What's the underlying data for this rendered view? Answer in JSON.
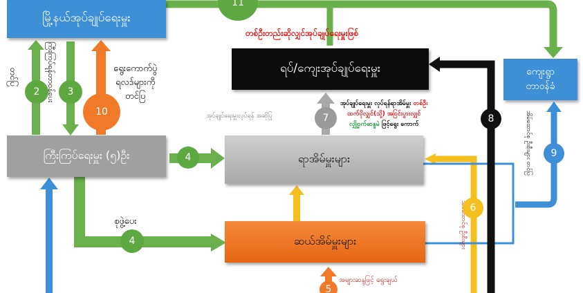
{
  "boxes": {
    "township": "မြို့နယ်အုပ်ချုပ်ရေးမှူး",
    "ward_village": "ရပ်/ကျေးအုပ်ချုပ်ရေးမှူး",
    "village_in_charge_1": "ကျေးရွာ",
    "village_in_charge_2": "တာဝန်ခံ",
    "supervisors": "ကြီးကြပ်ရေးမှူး (၅)ဦး",
    "hundred_house": "ရာအိမ်မှူးများ",
    "ten_house": "ဆယ်အိမ်မှူးများ"
  },
  "labels": {
    "single_head": "တစ်ဦးတည်းဆိုလျှင်အုပ်ချုပ်ရေးမှူးဖြစ်",
    "report": "တင်ပြ",
    "assign_supervise": "ကြီးကြပ်ရန်တာဝန်ပေး",
    "election_1": "ရွေးကောက်ပွဲ",
    "election_2": "ရလဒ်များကို",
    "election_3": "တင်ပြ",
    "propose": "အုပ်ချုပ်ရေးမှူးလုပ်ရန် အဆိုပြု",
    "note_1a": "အုပ်ချုပ်ရေးမှူး လုပ်ရန်ရာအိမ်မှူး ",
    "note_1b": "တစ်ဦး",
    "note_2": "ထက်ပိုလျှင်(သို့) အငြင်းပွားလျှင်",
    "note_3a": "လျှို့ဝှက်ဆန္ဒမဲ ",
    "note_3b": "ဖြင့်ရွေး ကောက်",
    "organize": "စုဖွဲ့ပေး",
    "majority": "အများဆန္ဒဖြင့် ရွေးချယ်",
    "v6": "အိမ်ထောင်စု ဦးစီးများ",
    "v9": "အိမ်ထောင်စု ဦးစီးများ တင်ပြ"
  },
  "steps": [
    "2",
    "3",
    "10",
    "4",
    "4",
    "5",
    "6",
    "7",
    "8",
    "9",
    "11"
  ],
  "colors": {
    "blue": "#3f8fd6",
    "green": "#6ab04c",
    "orange": "#f07a28",
    "gray": "#9a9a9a",
    "black": "#111111",
    "yellow": "#f4c020",
    "red": "#e01010"
  }
}
